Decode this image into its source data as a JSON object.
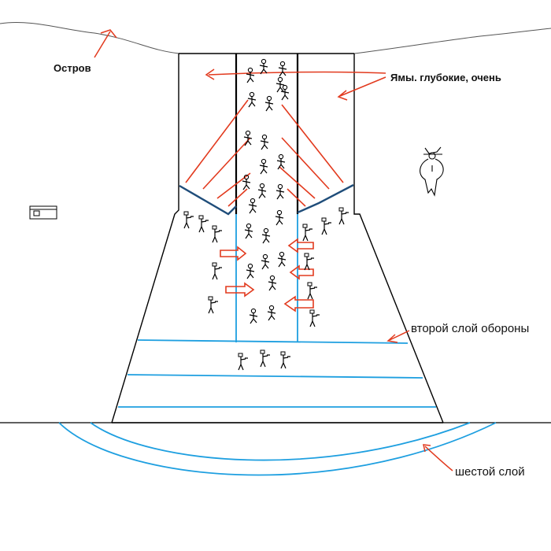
{
  "labels": {
    "island": "Остров",
    "pits": "Ямы. глубокие, очень",
    "second_layer": "второй слой обороны",
    "sixth_layer": "шестой слой"
  },
  "colors": {
    "outline": "#000000",
    "defense_line": "#1e9fe0",
    "arrow": "#e23a1e",
    "wall_dark": "#1f4d7a"
  },
  "icons": {
    "soldier": "stick-figure-soldier-icon",
    "enemy": "stick-figure-enemy-icon",
    "figure": "robed-figure-icon",
    "box": "small-box-icon"
  }
}
